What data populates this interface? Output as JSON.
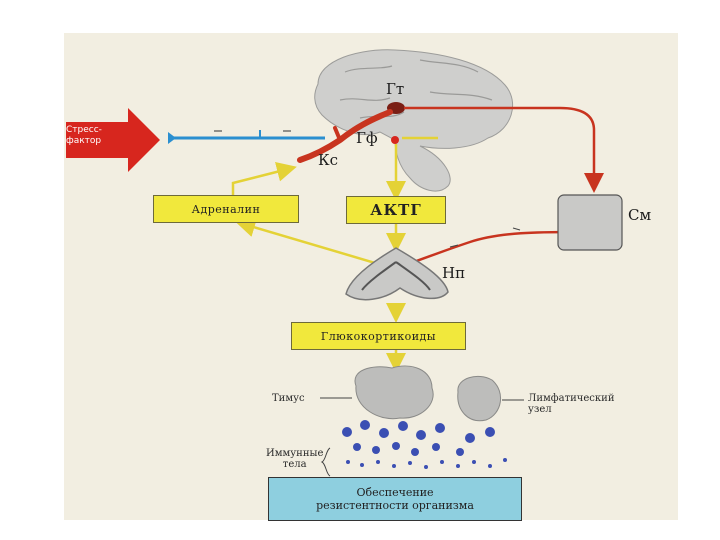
{
  "labels": {
    "stress": [
      "Стресс-",
      "фактор"
    ],
    "gt": "Гт",
    "gf": "Гф",
    "ks": "Кс",
    "sm": "См",
    "np": "Нп",
    "adrenalin": "Адреналин",
    "aktg": "АКТГ",
    "glucocorticoids": "Глюкокортикоиды",
    "thymus": "Тимус",
    "lymph": [
      "Лимфатический",
      "узел"
    ],
    "immune": [
      "Иммунные",
      "тела"
    ],
    "final": [
      "Обеспечение",
      "резистентности организма"
    ]
  },
  "colors": {
    "arrow_red": "#d7261e",
    "nerve_red": "#c8341f",
    "arrow_blue": "#2b8fd0",
    "arrow_yellow": "#e4d236",
    "box_yellow": "#f1e83c",
    "box_blue": "#8ecfdf",
    "cell_blue": "#3b4fb3"
  }
}
